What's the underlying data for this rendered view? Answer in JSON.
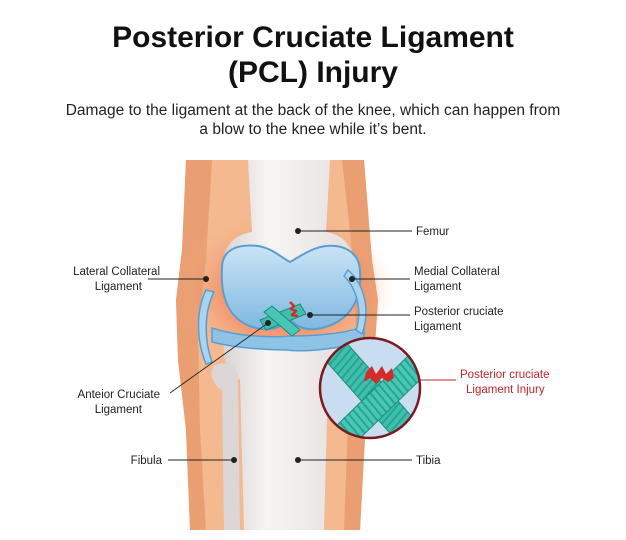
{
  "header": {
    "title_line1": "Posterior Cruciate Ligament",
    "title_line2": "(PCL) Injury",
    "subtitle_line1": "Damage to the ligament at the back of the knee, which can happen from",
    "subtitle_line2": "a blow to the knee while it’s bent."
  },
  "labels": {
    "femur": "Femur",
    "lcl_line1": "Lateral Collateral",
    "lcl_line2": "Ligament",
    "mcl_line1": "Medial Collateral",
    "mcl_line2": "Ligament",
    "pcl_line1": "Posterior cruciate",
    "pcl_line2": "Ligament",
    "acl_line1": "Anteior Cruciate",
    "acl_line2": "Ligament",
    "injury_line1": "Posterior cruciate",
    "injury_line2": "Ligament Injury",
    "fibula": "Fibula",
    "tibia": "Tibia"
  },
  "colors": {
    "skin": "#f4b98f",
    "skin_dark": "#e89a6a",
    "inflammation": "#f05a3a",
    "bone": "#f2efee",
    "bone_shadow": "#d9d4d4",
    "cartilage": "#a9d3ee",
    "cartilage_dark": "#5a9ed0",
    "ligament": "#3fbfae",
    "ligament_dark": "#1f8a7c",
    "tear": "#d42c2c",
    "injury_text": "#c0242c"
  }
}
